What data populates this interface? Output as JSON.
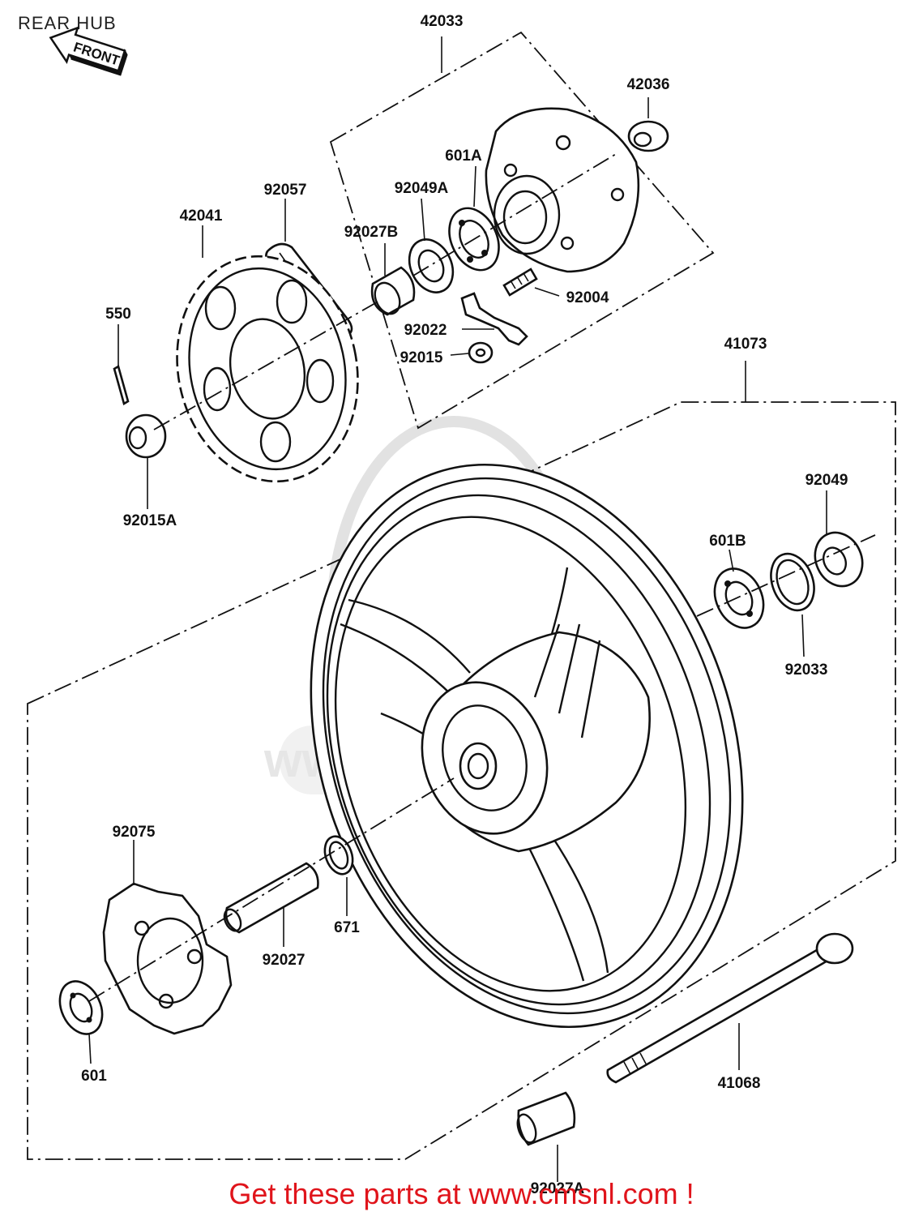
{
  "title": "REAR HUB",
  "front_arrow_text": "FRONT",
  "watermark": "www.cmsnl.com",
  "footer": "Get these parts at www.cmsnl.com !",
  "labels": {
    "p42033": "42033",
    "p42036": "42036",
    "p601A": "601A",
    "p92049A": "92049A",
    "p92057": "92057",
    "p42041": "42041",
    "p92027B": "92027B",
    "p92004": "92004",
    "p92022": "92022",
    "p92015": "92015",
    "p550": "550",
    "p92015A": "92015A",
    "p41073": "41073",
    "p92049": "92049",
    "p601B": "601B",
    "p92033": "92033",
    "p92075": "92075",
    "p671": "671",
    "p92027": "92027",
    "p601": "601",
    "p41068": "41068",
    "p92027A": "92027A"
  }
}
